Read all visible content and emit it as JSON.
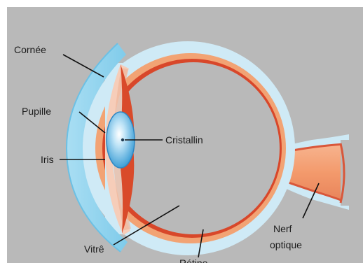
{
  "labels": {
    "cornee": "Cornée",
    "pupille": "Pupille",
    "cristallin": "Cristallin",
    "iris": "Iris",
    "vitre": "Vitrê",
    "retine": "Rétine",
    "nerf_line1": "Nerf",
    "nerf_line2": "optique"
  },
  "colors": {
    "background": "#b9b9b9",
    "cornea_sclera_outer": "#bfe6f5",
    "cornea": "#8fd3ee",
    "choroid": "#f0a070",
    "retina": "#d94a2a",
    "iris_lens_region": "#f7c9b4",
    "lens": "#5fb8e8",
    "optic_nerve": "#f4a27a"
  }
}
